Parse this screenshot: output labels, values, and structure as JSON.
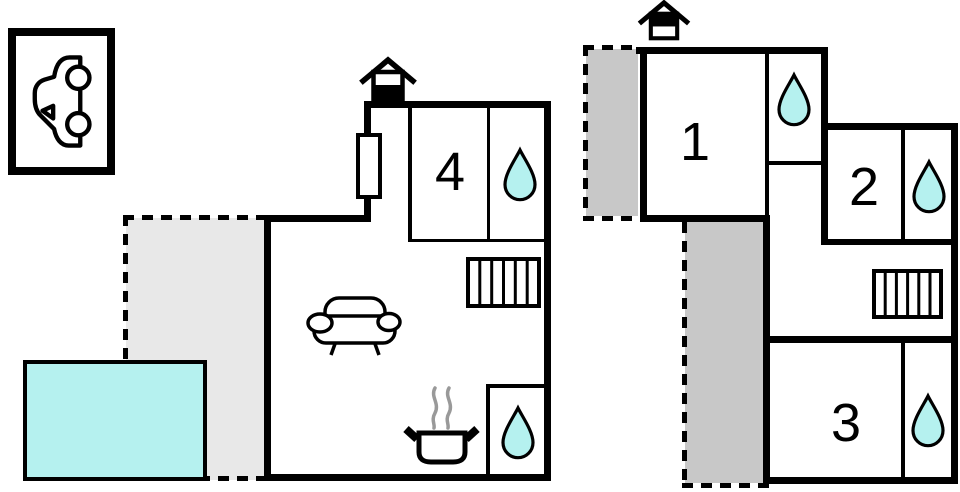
{
  "plan": {
    "type": "vacation-home-floor-plan",
    "floors": [
      {
        "id": "ground-floor",
        "level_indicator": "house-icon-lower-half-filled",
        "rooms": [
          {
            "number": "4"
          }
        ],
        "features": [
          "garage",
          "terrace",
          "pool",
          "entrance-door",
          "stairs",
          "sofa",
          "cooking-pot",
          "bathroom-upper",
          "bathroom-lower"
        ]
      },
      {
        "id": "upper-floor",
        "level_indicator": "house-icon-upper-half-filled",
        "rooms": [
          {
            "number": "1"
          },
          {
            "number": "2"
          },
          {
            "number": "3"
          }
        ],
        "features": [
          "terrace",
          "balcony",
          "stairs",
          "bathroom-1",
          "bathroom-2",
          "bathroom-3"
        ]
      }
    ]
  },
  "colors": {
    "wall": "#000000",
    "water": "#b5f1ef",
    "terrace-light": "#e8e8e8",
    "terrace-dark": "#c8c8c8",
    "steam": "#999999",
    "paper": "#ffffff"
  }
}
